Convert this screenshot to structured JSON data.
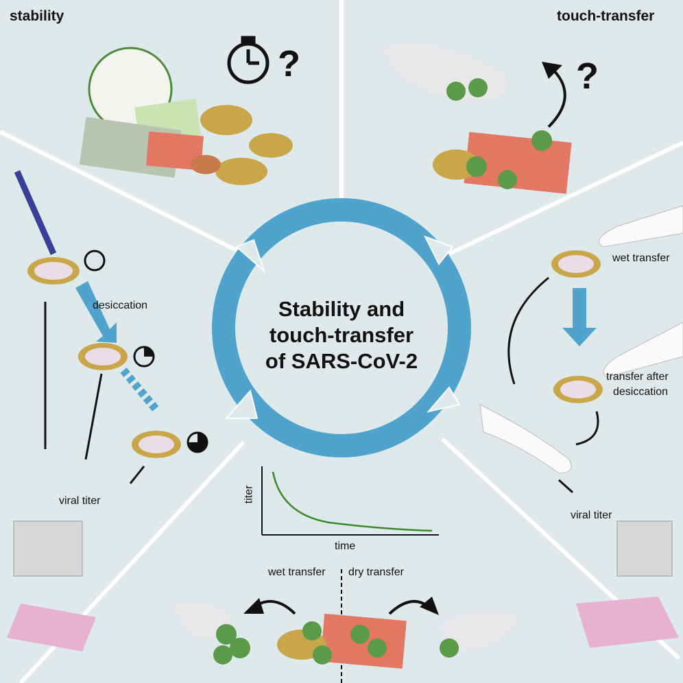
{
  "sections": {
    "stability": {
      "title": "stability",
      "question": "?",
      "desiccation": "desiccation",
      "viral_titer": "viral titer"
    },
    "touch_transfer": {
      "title": "touch-transfer",
      "question": "?",
      "wet_transfer": "wet transfer",
      "transfer_after_desiccation_1": "transfer after",
      "transfer_after_desiccation_2": "desiccation",
      "viral_titer": "viral titer"
    }
  },
  "center": {
    "line1": "Stability and",
    "line2": "touch-transfer",
    "line3": "of SARS-CoV-2"
  },
  "plot": {
    "ylabel": "titer",
    "xlabel": "time"
  },
  "bottom": {
    "wet_transfer": "wet transfer",
    "dry_transfer": "dry transfer"
  },
  "colors": {
    "background": "#dde9ea",
    "ring": "#4fa3cd",
    "curve": "#3a8a2a",
    "coin_gold": "#c9a64a",
    "note_red": "#e0705c"
  }
}
